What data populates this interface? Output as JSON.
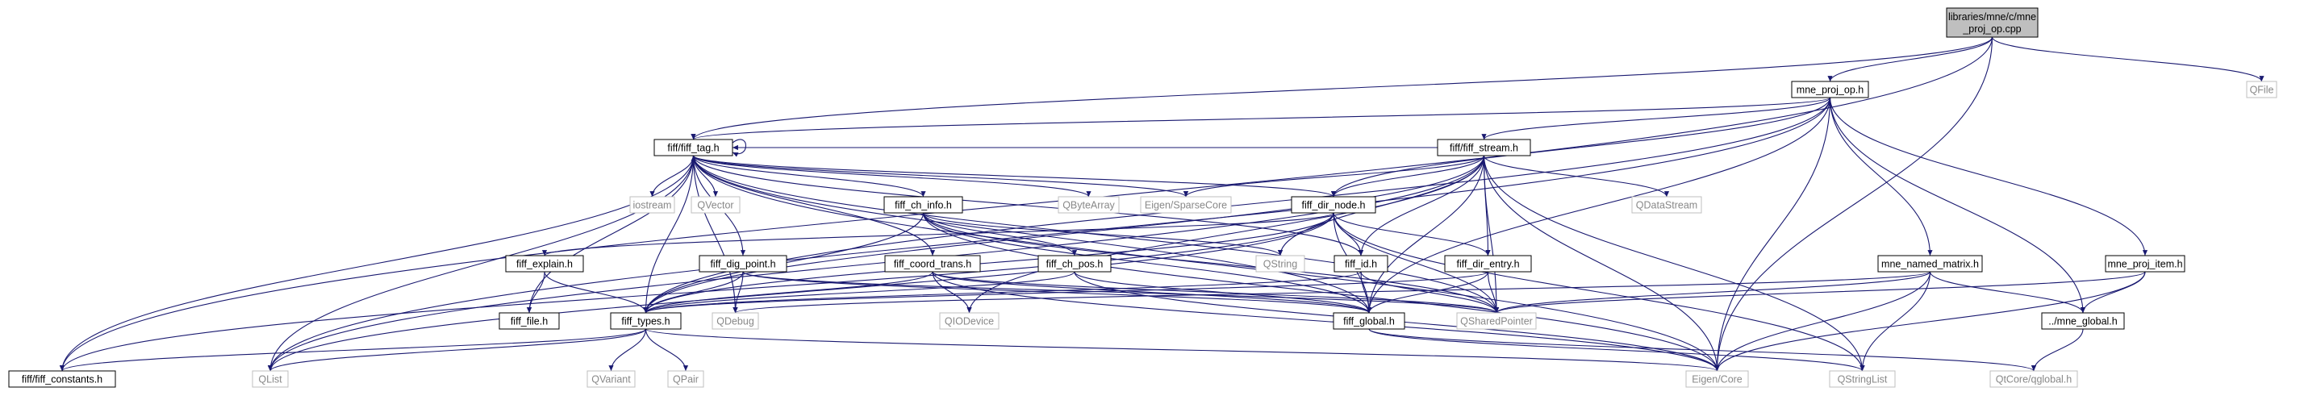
{
  "graph": {
    "nodes": [
      {
        "id": "root",
        "lines": [
          "libraries/mne/c/mne",
          "_proj_op.cpp"
        ],
        "kind": "root",
        "link": false
      },
      {
        "id": "qfile",
        "lines": [
          "QFile"
        ],
        "kind": "ext",
        "link": false
      },
      {
        "id": "mne_proj_op",
        "lines": [
          "mne_proj_op.h"
        ],
        "kind": "normal",
        "link": true
      },
      {
        "id": "fiff_tag",
        "lines": [
          "fiff/fiff_tag.h"
        ],
        "kind": "normal",
        "link": true
      },
      {
        "id": "fiff_stream",
        "lines": [
          "fiff/fiff_stream.h"
        ],
        "kind": "normal",
        "link": true
      },
      {
        "id": "iostream",
        "lines": [
          "iostream"
        ],
        "kind": "ext",
        "link": false
      },
      {
        "id": "qvector",
        "lines": [
          "QVector"
        ],
        "kind": "ext",
        "link": false
      },
      {
        "id": "qbytearray",
        "lines": [
          "QByteArray"
        ],
        "kind": "ext",
        "link": false
      },
      {
        "id": "eigen_sparse",
        "lines": [
          "Eigen/SparseCore"
        ],
        "kind": "ext",
        "link": false
      },
      {
        "id": "qdatastream",
        "lines": [
          "QDataStream"
        ],
        "kind": "ext",
        "link": false
      },
      {
        "id": "fiff_ch_info",
        "lines": [
          "fiff_ch_info.h"
        ],
        "kind": "normal",
        "link": true
      },
      {
        "id": "fiff_dir_node",
        "lines": [
          "fiff_dir_node.h"
        ],
        "kind": "normal",
        "link": true
      },
      {
        "id": "qstring",
        "lines": [
          "QString"
        ],
        "kind": "ext",
        "link": false
      },
      {
        "id": "fiff_explain",
        "lines": [
          "fiff_explain.h"
        ],
        "kind": "normal",
        "link": true
      },
      {
        "id": "fiff_dig_point",
        "lines": [
          "fiff_dig_point.h"
        ],
        "kind": "normal",
        "link": true
      },
      {
        "id": "fiff_coord_trans",
        "lines": [
          "fiff_coord_trans.h"
        ],
        "kind": "normal",
        "link": true
      },
      {
        "id": "fiff_ch_pos",
        "lines": [
          "fiff_ch_pos.h"
        ],
        "kind": "normal",
        "link": true
      },
      {
        "id": "fiff_id",
        "lines": [
          "fiff_id.h"
        ],
        "kind": "normal",
        "link": true
      },
      {
        "id": "fiff_dir_entry",
        "lines": [
          "fiff_dir_entry.h"
        ],
        "kind": "normal",
        "link": true
      },
      {
        "id": "mne_named_matrix",
        "lines": [
          "mne_named_matrix.h"
        ],
        "kind": "normal",
        "link": true
      },
      {
        "id": "mne_proj_item",
        "lines": [
          "mne_proj_item.h"
        ],
        "kind": "normal",
        "link": true
      },
      {
        "id": "fiff_file",
        "lines": [
          "fiff_file.h"
        ],
        "kind": "normal",
        "link": true
      },
      {
        "id": "fiff_types",
        "lines": [
          "fiff_types.h"
        ],
        "kind": "normal",
        "link": true
      },
      {
        "id": "qdebug",
        "lines": [
          "QDebug"
        ],
        "kind": "ext",
        "link": false
      },
      {
        "id": "qiodevice",
        "lines": [
          "QIODevice"
        ],
        "kind": "ext",
        "link": false
      },
      {
        "id": "fiff_global",
        "lines": [
          "fiff_global.h"
        ],
        "kind": "normal",
        "link": true
      },
      {
        "id": "qsharedpointer",
        "lines": [
          "QSharedPointer"
        ],
        "kind": "ext",
        "link": false
      },
      {
        "id": "mne_global",
        "lines": [
          "../mne_global.h"
        ],
        "kind": "normal",
        "link": true
      },
      {
        "id": "fiff_constants",
        "lines": [
          "fiff/fiff_constants.h"
        ],
        "kind": "normal",
        "link": true
      },
      {
        "id": "qlist",
        "lines": [
          "QList"
        ],
        "kind": "ext",
        "link": false
      },
      {
        "id": "qvariant",
        "lines": [
          "QVariant"
        ],
        "kind": "ext",
        "link": false
      },
      {
        "id": "qpair",
        "lines": [
          "QPair"
        ],
        "kind": "ext",
        "link": false
      },
      {
        "id": "eigen_core",
        "lines": [
          "Eigen/Core"
        ],
        "kind": "ext",
        "link": false
      },
      {
        "id": "qstringlist",
        "lines": [
          "QStringList"
        ],
        "kind": "ext",
        "link": false
      },
      {
        "id": "qglobal",
        "lines": [
          "QtCore/qglobal.h"
        ],
        "kind": "ext",
        "link": false
      }
    ],
    "edges": [
      [
        "root",
        "qfile"
      ],
      [
        "root",
        "mne_proj_op"
      ],
      [
        "root",
        "fiff_tag"
      ],
      [
        "root",
        "fiff_constants"
      ],
      [
        "root",
        "eigen_core"
      ],
      [
        "mne_proj_op",
        "fiff_tag"
      ],
      [
        "mne_proj_op",
        "fiff_stream"
      ],
      [
        "mne_proj_op",
        "fiff_dir_node"
      ],
      [
        "mne_proj_op",
        "mne_named_matrix"
      ],
      [
        "mne_proj_op",
        "mne_proj_item"
      ],
      [
        "mne_proj_op",
        "mne_global"
      ],
      [
        "mne_proj_op",
        "eigen_core"
      ],
      [
        "mne_proj_op",
        "fiff_global"
      ],
      [
        "mne_proj_op",
        "fiff_types"
      ],
      [
        "mne_proj_op",
        "qlist"
      ],
      [
        "fiff_tag",
        "fiff_tag"
      ],
      [
        "fiff_tag",
        "iostream"
      ],
      [
        "fiff_tag",
        "qvector"
      ],
      [
        "fiff_tag",
        "qbytearray"
      ],
      [
        "fiff_tag",
        "eigen_sparse"
      ],
      [
        "fiff_tag",
        "fiff_ch_info"
      ],
      [
        "fiff_tag",
        "fiff_dig_point"
      ],
      [
        "fiff_tag",
        "fiff_coord_trans"
      ],
      [
        "fiff_tag",
        "fiff_id"
      ],
      [
        "fiff_tag",
        "fiff_types"
      ],
      [
        "fiff_tag",
        "fiff_file"
      ],
      [
        "fiff_tag",
        "fiff_constants"
      ],
      [
        "fiff_tag",
        "qlist"
      ],
      [
        "fiff_tag",
        "qdebug"
      ],
      [
        "fiff_tag",
        "eigen_core"
      ],
      [
        "fiff_tag",
        "fiff_global"
      ],
      [
        "fiff_tag",
        "qsharedpointer"
      ],
      [
        "fiff_stream",
        "fiff_tag"
      ],
      [
        "fiff_stream",
        "fiff_dir_node"
      ],
      [
        "fiff_stream",
        "fiff_dir_entry"
      ],
      [
        "fiff_stream",
        "fiff_id"
      ],
      [
        "fiff_stream",
        "qdatastream"
      ],
      [
        "fiff_stream",
        "eigen_sparse"
      ],
      [
        "fiff_stream",
        "qstring"
      ],
      [
        "fiff_stream",
        "qstringlist"
      ],
      [
        "fiff_stream",
        "qsharedpointer"
      ],
      [
        "fiff_stream",
        "eigen_core"
      ],
      [
        "fiff_stream",
        "fiff_global"
      ],
      [
        "fiff_stream",
        "fiff_types"
      ],
      [
        "fiff_stream",
        "qiodevice"
      ],
      [
        "fiff_stream",
        "qlist"
      ],
      [
        "fiff_ch_info",
        "fiff_ch_pos"
      ],
      [
        "fiff_ch_info",
        "fiff_types"
      ],
      [
        "fiff_ch_info",
        "fiff_global"
      ],
      [
        "fiff_ch_info",
        "qsharedpointer"
      ],
      [
        "fiff_ch_info",
        "qstring"
      ],
      [
        "fiff_ch_info",
        "eigen_core"
      ],
      [
        "fiff_dir_node",
        "fiff_dir_entry"
      ],
      [
        "fiff_dir_node",
        "fiff_id"
      ],
      [
        "fiff_dir_node",
        "fiff_tag"
      ],
      [
        "fiff_dir_node",
        "fiff_explain"
      ],
      [
        "fiff_dir_node",
        "fiff_types"
      ],
      [
        "fiff_dir_node",
        "fiff_global"
      ],
      [
        "fiff_dir_node",
        "qsharedpointer"
      ],
      [
        "fiff_dir_node",
        "qlist"
      ],
      [
        "fiff_dir_node",
        "fiff_constants"
      ],
      [
        "fiff_dir_node",
        "qstringlist"
      ],
      [
        "fiff_explain",
        "fiff_types"
      ],
      [
        "fiff_explain",
        "fiff_file"
      ],
      [
        "fiff_dig_point",
        "fiff_types"
      ],
      [
        "fiff_dig_point",
        "fiff_global"
      ],
      [
        "fiff_dig_point",
        "qsharedpointer"
      ],
      [
        "fiff_dig_point",
        "qdebug"
      ],
      [
        "fiff_coord_trans",
        "fiff_types"
      ],
      [
        "fiff_coord_trans",
        "fiff_global"
      ],
      [
        "fiff_coord_trans",
        "qiodevice"
      ],
      [
        "fiff_coord_trans",
        "eigen_core"
      ],
      [
        "fiff_coord_trans",
        "qsharedpointer"
      ],
      [
        "fiff_ch_pos",
        "fiff_types"
      ],
      [
        "fiff_ch_pos",
        "fiff_global"
      ],
      [
        "fiff_ch_pos",
        "eigen_core"
      ],
      [
        "fiff_id",
        "fiff_types"
      ],
      [
        "fiff_id",
        "fiff_global"
      ],
      [
        "fiff_id",
        "qsharedpointer"
      ],
      [
        "fiff_dir_entry",
        "fiff_types"
      ],
      [
        "fiff_dir_entry",
        "fiff_global"
      ],
      [
        "fiff_dir_entry",
        "qsharedpointer"
      ],
      [
        "mne_named_matrix",
        "mne_global"
      ],
      [
        "mne_named_matrix",
        "eigen_core"
      ],
      [
        "mne_named_matrix",
        "qsharedpointer"
      ],
      [
        "mne_named_matrix",
        "qstringlist"
      ],
      [
        "mne_named_matrix",
        "qdebug"
      ],
      [
        "mne_proj_item",
        "mne_global"
      ],
      [
        "mne_proj_item",
        "eigen_core"
      ],
      [
        "mne_proj_item",
        "qsharedpointer"
      ],
      [
        "fiff_types",
        "fiff_constants"
      ],
      [
        "fiff_types",
        "qlist"
      ],
      [
        "fiff_types",
        "qvariant"
      ],
      [
        "fiff_types",
        "qpair"
      ],
      [
        "fiff_types",
        "eigen_core"
      ],
      [
        "fiff_global",
        "qglobal"
      ],
      [
        "fiff_global",
        "qstringlist"
      ],
      [
        "mne_global",
        "qglobal"
      ]
    ]
  }
}
